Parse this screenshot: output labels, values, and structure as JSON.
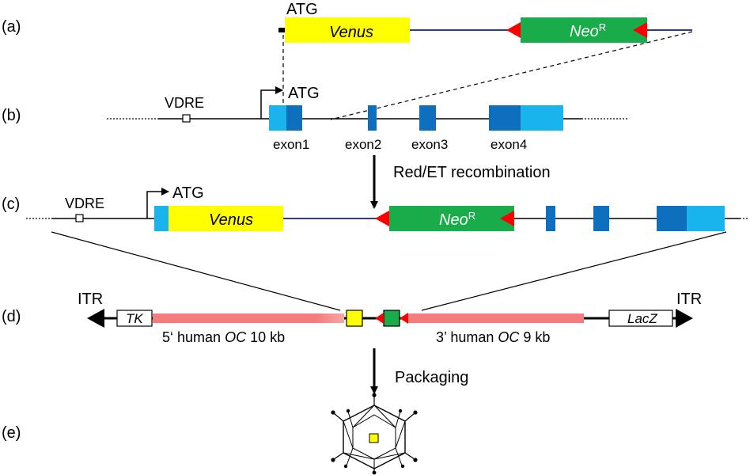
{
  "panels": {
    "a": "(a)",
    "b": "(b)",
    "c": "(c)",
    "d": "(d)",
    "e": "(e)"
  },
  "row_a": {
    "atg": "ATG",
    "venus": "Venus",
    "neo": "Neo",
    "neo_sup": "R"
  },
  "row_b": {
    "vdre": "VDRE",
    "atg": "ATG",
    "exons": [
      "exon1",
      "exon2",
      "exon3",
      "exon4"
    ]
  },
  "step1": "Red/ET recombination",
  "row_c": {
    "vdre": "VDRE",
    "atg": "ATG",
    "venus": "Venus",
    "neo": "Neo",
    "neo_sup": "R"
  },
  "row_d": {
    "itr_left": "ITR",
    "itr_right": "ITR",
    "tk": "TK",
    "lacz": "LacZ",
    "left_arm_pre": "5‘ human ",
    "left_arm_ital": "OC",
    "left_arm_post": " 10 kb",
    "right_arm_pre": "3’ human ",
    "right_arm_ital": "OC",
    "right_arm_post": " 9 kb"
  },
  "step2": "Packaging",
  "colors": {
    "venus": "#ffff00",
    "neo": "#1aab4a",
    "frt": "#ff0000",
    "exon_dark": "#0f6fbf",
    "exon_light": "#19b4ee",
    "arm": "#f47c7c",
    "line_blue": "#2e3a8c"
  }
}
